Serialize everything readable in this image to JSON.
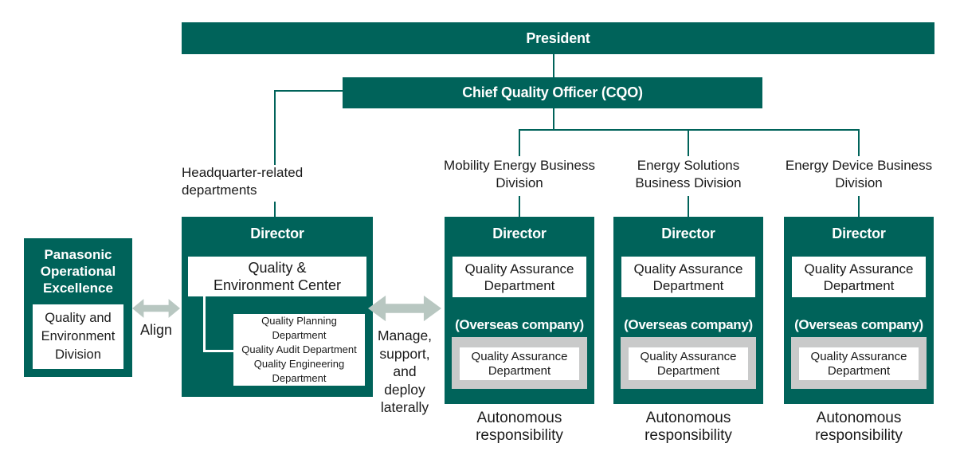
{
  "colors": {
    "teal": "#00635a",
    "arrow_gray": "#b8c7c1",
    "box_gray": "#c9caca",
    "text_dark": "#1a1a1a"
  },
  "top_nodes": {
    "president": "President",
    "cqo": "Chief Quality Officer (CQO)"
  },
  "left_column": {
    "poe_title": "Panasonic Operational Excellence",
    "poe_division": "Quality and Environment Division",
    "align_label": "Align"
  },
  "hq": {
    "branch_label": "Headquarter-related departments",
    "director_label": "Director",
    "center_label": "Quality &\nEnvironment Center",
    "departments": [
      "Quality Planning Department",
      "Quality Audit Department",
      "Quality Engineering Department"
    ]
  },
  "middle_arrow": {
    "label": "Manage, support, and deploy laterally"
  },
  "divisions": [
    {
      "name": "Mobility Energy Business Division",
      "director_label": "Director",
      "qa_department": "Quality Assurance Department",
      "overseas_label": "(Overseas company)",
      "overseas_qa_department": "Quality Assurance Department",
      "footnote": "Autonomous responsibility"
    },
    {
      "name": "Energy Solutions Business Division",
      "director_label": "Director",
      "qa_department": "Quality Assurance Department",
      "overseas_label": "(Overseas company)",
      "overseas_qa_department": "Quality Assurance Department",
      "footnote": "Autonomous responsibility"
    },
    {
      "name": "Energy Device Business Division",
      "director_label": "Director",
      "qa_department": "Quality Assurance Department",
      "overseas_label": "(Overseas company)",
      "overseas_qa_department": "Quality Assurance Department",
      "footnote": "Autonomous responsibility"
    }
  ]
}
